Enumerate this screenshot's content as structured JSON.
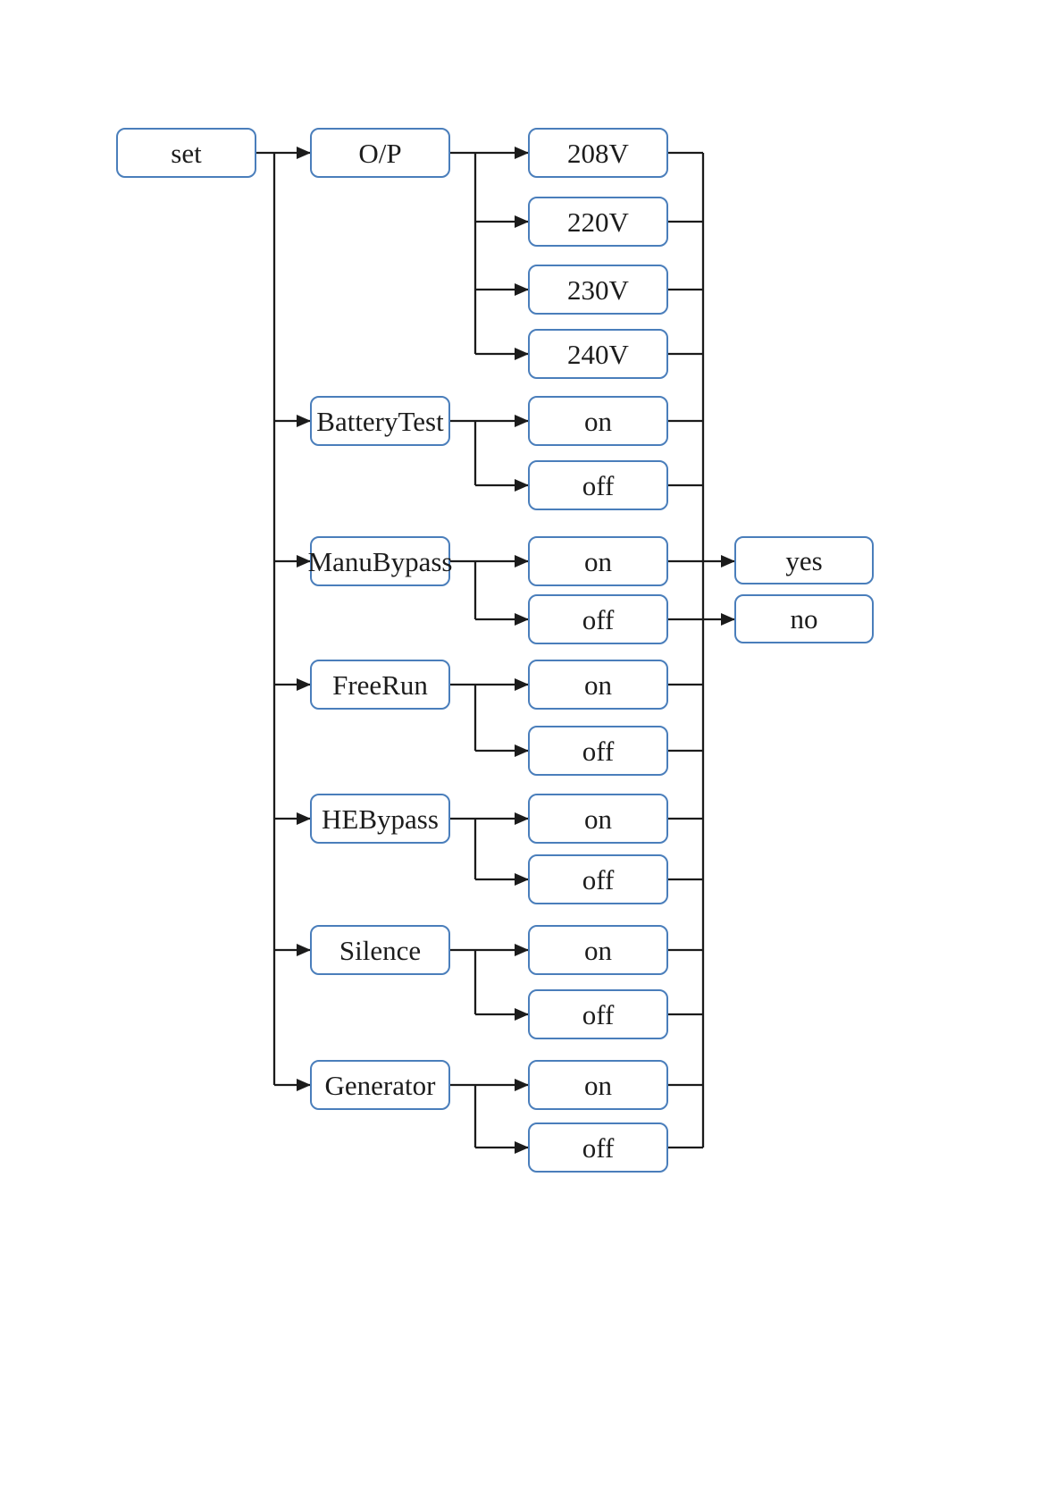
{
  "flowchart": {
    "root": {
      "label": "set"
    },
    "menus": [
      {
        "label": "O/P",
        "options": [
          "208V",
          "220V",
          "230V",
          "240V"
        ]
      },
      {
        "label": "BatteryTest",
        "options": [
          "on",
          "off"
        ]
      },
      {
        "label": "ManuBypass",
        "options": [
          "on",
          "off"
        ],
        "confirmations": [
          "yes",
          "no"
        ]
      },
      {
        "label": "FreeRun",
        "options": [
          "on",
          "off"
        ]
      },
      {
        "label": "HEBypass",
        "options": [
          "on",
          "off"
        ]
      },
      {
        "label": "Silence",
        "options": [
          "on",
          "off"
        ]
      },
      {
        "label": "Generator",
        "options": [
          "on",
          "off"
        ]
      }
    ],
    "colors": {
      "box_border": "#4a7ebb",
      "connector": "#1b1b1b",
      "text": "#1c1c1c",
      "background": "#ffffff"
    }
  }
}
